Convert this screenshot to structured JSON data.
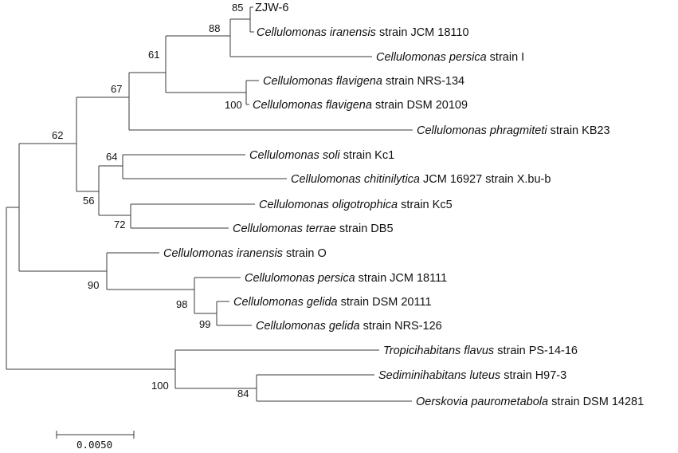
{
  "taxa": [
    {
      "id": "t1",
      "genus": "",
      "species": "",
      "rest": "ZJW-6"
    },
    {
      "id": "t2",
      "genus": "Cellulomonas",
      "species": "iranensis",
      "rest": "strain JCM 18110"
    },
    {
      "id": "t3",
      "genus": "Cellulomonas",
      "species": "persica",
      "rest": "strain I"
    },
    {
      "id": "t4",
      "genus": "Cellulomonas",
      "species": "flavigena",
      "rest": "strain NRS-134"
    },
    {
      "id": "t5",
      "genus": "Cellulomonas",
      "species": "flavigena",
      "rest": "strain DSM 20109"
    },
    {
      "id": "t6",
      "genus": "Cellulomonas",
      "species": "phragmiteti",
      "rest": "strain KB23"
    },
    {
      "id": "t7",
      "genus": "Cellulomonas",
      "species": "soli",
      "rest": "strain Kc1"
    },
    {
      "id": "t8",
      "genus": "Cellulomonas",
      "species": "chitinilytica",
      "rest": "JCM 16927 strain X.bu-b"
    },
    {
      "id": "t9",
      "genus": "Cellulomonas",
      "species": "oligotrophica",
      "rest": "strain Kc5"
    },
    {
      "id": "t10",
      "genus": "Cellulomonas",
      "species": "terrae",
      "rest": "strain DB5"
    },
    {
      "id": "t11",
      "genus": "Cellulomonas",
      "species": "iranensis",
      "rest": "strain O"
    },
    {
      "id": "t12",
      "genus": "Cellulomonas",
      "species": "persica",
      "rest": "strain JCM 18111"
    },
    {
      "id": "t13",
      "genus": "Cellulomonas",
      "species": "gelida",
      "rest": "strain DSM 20111"
    },
    {
      "id": "t14",
      "genus": "Cellulomonas",
      "species": "gelida",
      "rest": "strain NRS-126"
    },
    {
      "id": "t15",
      "genus": "Tropicihabitans",
      "species": "flavus",
      "rest": "strain PS-14-16"
    },
    {
      "id": "t16",
      "genus": "Sediminihabitans",
      "species": "luteus",
      "rest": "strain H97-3"
    },
    {
      "id": "t17",
      "genus": "Oerskovia",
      "species": "paurometabola",
      "rest": "strain DSM 14281"
    }
  ],
  "bootstrap": {
    "n85": "85",
    "n88": "88",
    "n61": "61",
    "n100a": "100",
    "n67": "67",
    "n62": "62",
    "n64": "64",
    "n56": "56",
    "n72": "72",
    "n90": "90",
    "n98": "98",
    "n99": "99",
    "n100b": "100",
    "n84": "84"
  },
  "scale_bar": {
    "label": "0.0050",
    "length": 0.005
  },
  "colors": {
    "branch": "#3a3a3a",
    "text": "#111111",
    "background": "#ffffff"
  }
}
